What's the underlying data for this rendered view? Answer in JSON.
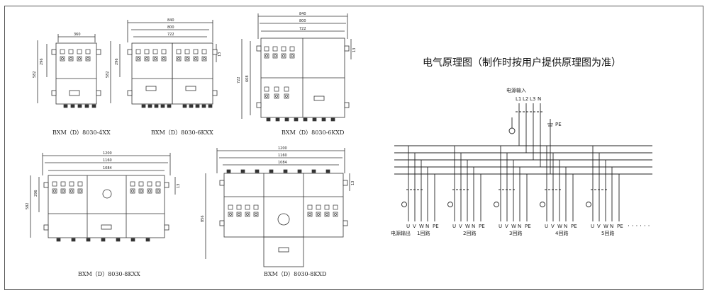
{
  "schematic": {
    "title": "电气原理图（制作时按用户提供原理图为准）",
    "power_in_label": "电源输入",
    "phase_labels": [
      "L1",
      "L2",
      "L3",
      "N"
    ],
    "pe_label": "PE",
    "power_out_label": "电源输出",
    "terminal_labels": [
      "U",
      "V",
      "W",
      "N",
      "PE"
    ],
    "circuit_labels": [
      "1回路",
      "2回路",
      "3回路",
      "4回路",
      "5回路"
    ],
    "ellipsis": "· · · · · ·"
  },
  "drawings": [
    {
      "caption": "BXM（D）8030-4XX",
      "dims": {
        "w1": "360",
        "h1": "296",
        "h2": "582"
      }
    },
    {
      "caption": "BXM（D）8030-6KXX",
      "dims": {
        "w1": "840",
        "w2": "800",
        "w3": "722",
        "h1": "296",
        "h2": "582",
        "side": "13"
      }
    },
    {
      "caption": "BXM（D）8030-6KXD",
      "dims": {
        "w1": "840",
        "w2": "800",
        "w3": "722",
        "h1": "722",
        "h2": "608",
        "side": "13"
      }
    },
    {
      "caption": "BXM（D）8030-8KXX",
      "dims": {
        "w1": "1200",
        "w2": "1160",
        "w3": "1084",
        "h1": "296",
        "h2": "582",
        "side": "13"
      }
    },
    {
      "caption": "BXM（D）8030-8KXD",
      "dims": {
        "w1": "1200",
        "w2": "1160",
        "w3": "1084",
        "h1": "856",
        "side": "13"
      }
    }
  ]
}
